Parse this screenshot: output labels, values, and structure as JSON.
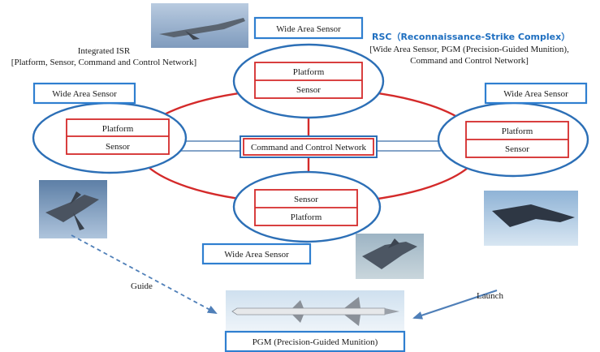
{
  "integrated_isr": {
    "title": "Integrated ISR",
    "subtitle": "[Platform, Sensor, Command and Control Network]"
  },
  "rsc": {
    "title": "RSC（Reconnaissance-Strike Complex）",
    "line1": "[Wide Area Sensor, PGM (Precision-Guided Munition),",
    "line2": "Command and Control Network]"
  },
  "wide_area_sensor": {
    "top": "Wide Area Sensor",
    "left": "Wide Area Sensor",
    "right": "Wide Area Sensor",
    "bottom": "Wide Area Sensor"
  },
  "nodes": {
    "top": {
      "upper": "Platform",
      "lower": "Sensor"
    },
    "left": {
      "upper": "Platform",
      "lower": "Sensor"
    },
    "right": {
      "upper": "Platform",
      "lower": "Sensor"
    },
    "bottom": {
      "upper": "Sensor",
      "lower": "Platform"
    }
  },
  "center": "Command and Control Network",
  "arrows": {
    "guide": "Guide",
    "launch": "Launch"
  },
  "pgm": "PGM (Precision-Guided Munition)",
  "colors": {
    "ellipse_blue": "#2c6fb6",
    "network_red": "#d42a2a",
    "box_blue": "#2f7fd0",
    "arrow_blue": "#4f7fb8"
  }
}
